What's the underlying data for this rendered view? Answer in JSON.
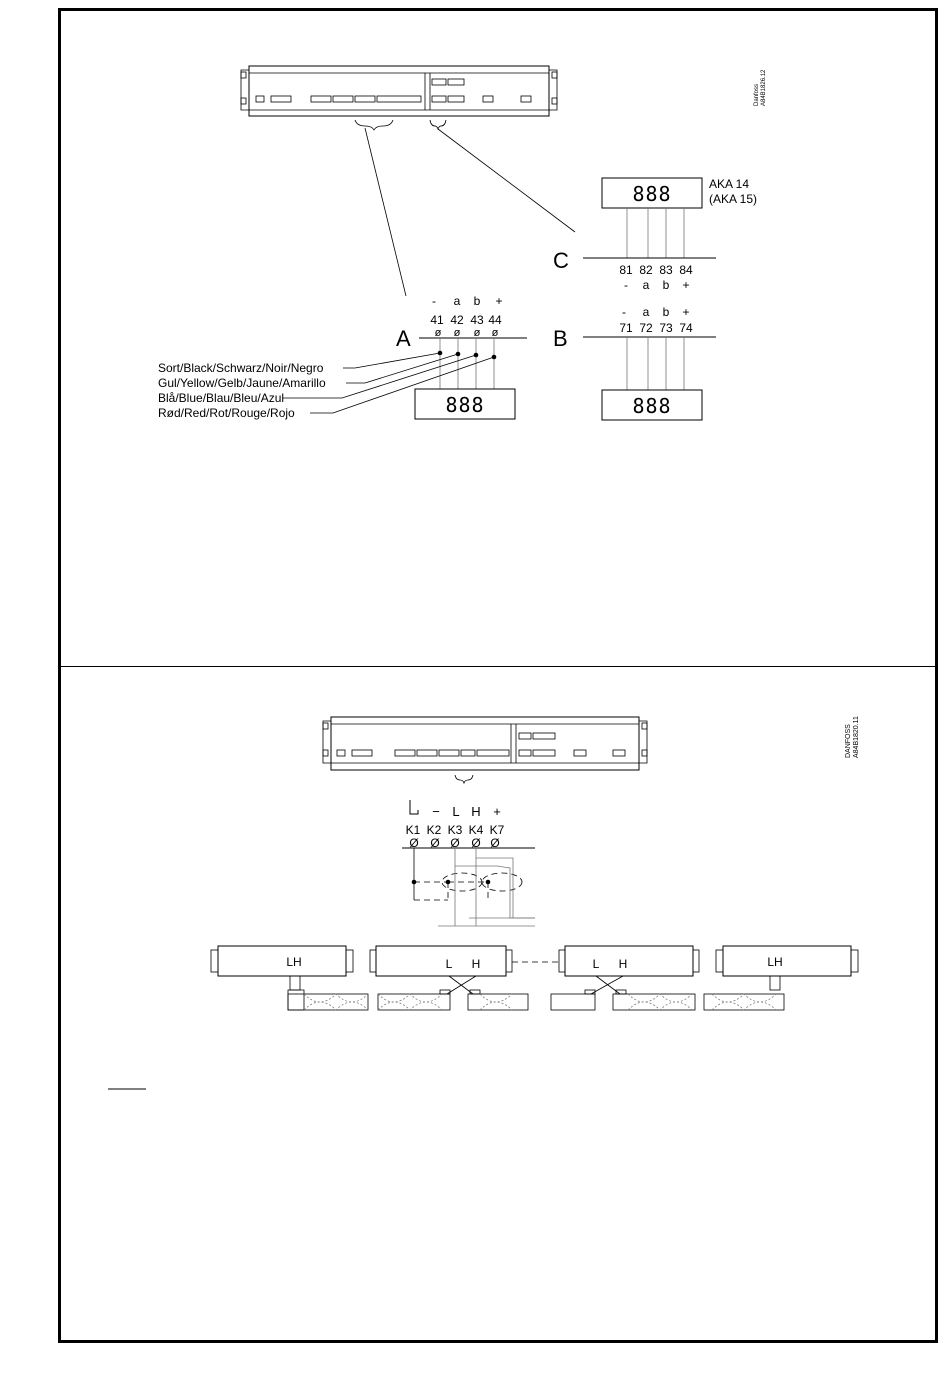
{
  "top": {
    "code": [
      "Danfoss",
      "A84B1826.12"
    ],
    "labels": {
      "A": "A",
      "B": "B",
      "C": "C"
    },
    "aka": [
      "AKA 14",
      "(AKA 15)"
    ],
    "terminals_A": {
      "signs": [
        "-",
        "a",
        "b",
        "+"
      ],
      "numbers": [
        "41",
        "42",
        "43",
        "44"
      ]
    },
    "terminals_B": {
      "signs": [
        "-",
        "a",
        "b",
        "+"
      ],
      "numbers": [
        "71",
        "72",
        "73",
        "74"
      ]
    },
    "terminals_C": {
      "numbers": [
        "81",
        "82",
        "83",
        "84"
      ],
      "signs": [
        "-",
        "a",
        "b",
        "+"
      ]
    },
    "wires": [
      "Sort/Black/Schwarz/Noir/Negro",
      "Gul/Yellow/Gelb/Jaune/Amarillo",
      "Blå/Blue/Blau/Bleu/Azul",
      "Rød/Red/Rot/Rouge/Rojo"
    ],
    "display": "888",
    "screw": "ø"
  },
  "bottom": {
    "code": [
      "DANFOSS",
      "A84B1820.11"
    ],
    "signs": [
      "−",
      "L",
      "H",
      "+"
    ],
    "terminals": [
      "K1",
      "K2",
      "K3",
      "K4",
      "K7"
    ],
    "screw": "Ø",
    "modules": [
      "LH",
      "L",
      "H",
      "L",
      "H",
      "LH"
    ]
  }
}
